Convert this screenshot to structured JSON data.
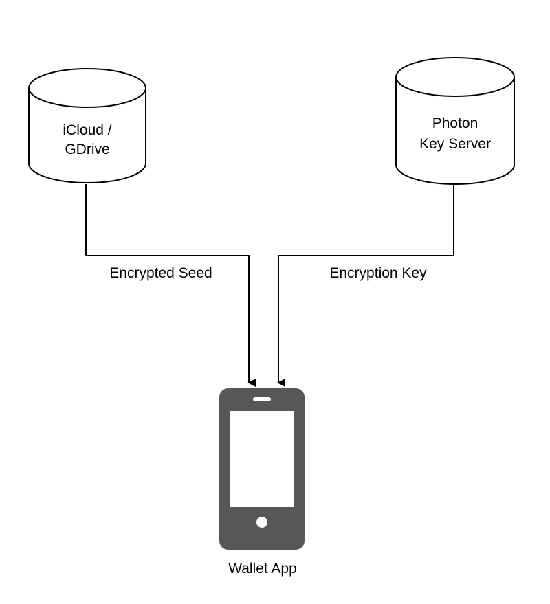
{
  "nodes": {
    "storage": {
      "lines": [
        "iCloud /",
        "GDrive"
      ],
      "icon": "database-cylinder-icon"
    },
    "key_server": {
      "lines": [
        "Photon",
        "Key Server"
      ],
      "icon": "database-cylinder-icon"
    },
    "wallet": {
      "label": "Wallet App",
      "icon": "smartphone-icon"
    }
  },
  "edges": {
    "seed": {
      "label": "Encrypted Seed",
      "from": "iCloud / GDrive",
      "to": "Wallet App"
    },
    "key": {
      "label": "Encryption Key",
      "from": "Photon Key Server",
      "to": "Wallet App"
    }
  },
  "colors": {
    "stroke": "#000000",
    "phone": "#575757",
    "background": "#ffffff"
  }
}
